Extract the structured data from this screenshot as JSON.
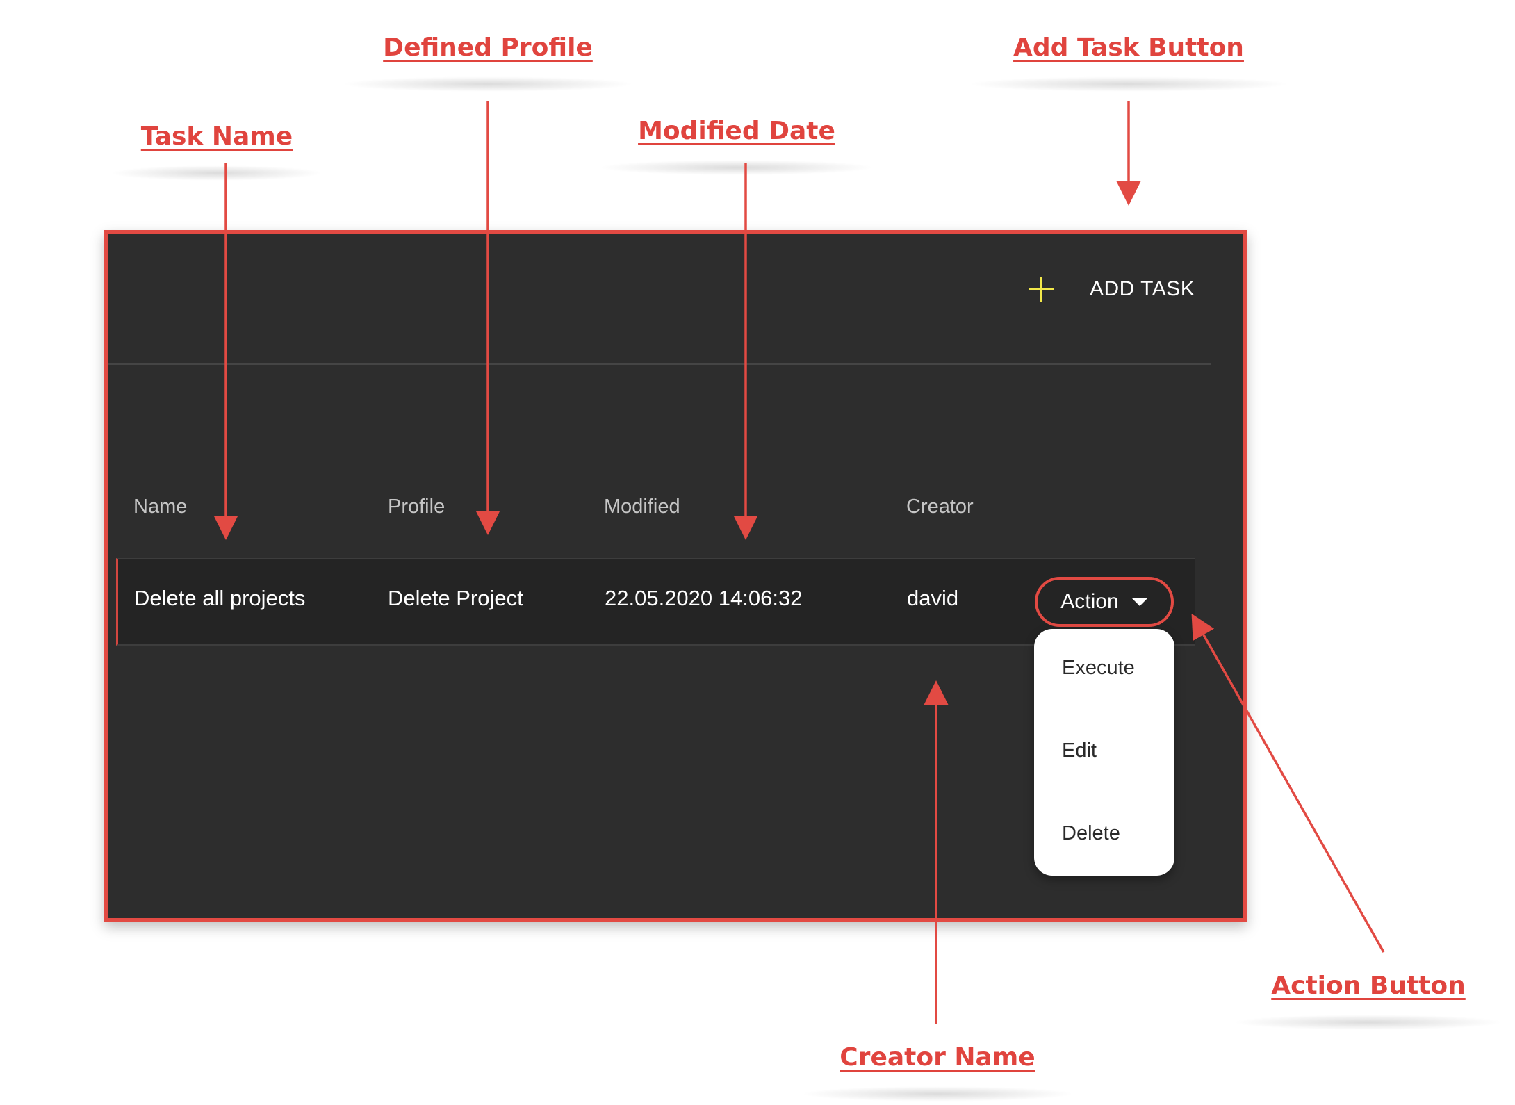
{
  "callouts": {
    "task_name": "Task Name",
    "defined_profile": "Defined Profile",
    "modified_date": "Modified Date",
    "add_task_button": "Add Task Button",
    "creator_name": "Creator Name",
    "action_button": "Action Button"
  },
  "toolbar": {
    "add_task_label": "ADD TASK",
    "add_task_icon": "plus-icon"
  },
  "table": {
    "headers": [
      "Name",
      "Profile",
      "Modified",
      "Creator"
    ],
    "rows": [
      {
        "name": "Delete all projects",
        "profile": "Delete Project",
        "modified": "22.05.2020 14:06:32",
        "creator": "david"
      }
    ]
  },
  "action": {
    "label": "Action",
    "icon": "caret-down-icon",
    "menu": [
      "Execute",
      "Edit",
      "Delete"
    ]
  },
  "colors": {
    "annotation": "#e24a43",
    "panel_bg": "#2d2d2d",
    "add_icon": "#f2e84a"
  }
}
